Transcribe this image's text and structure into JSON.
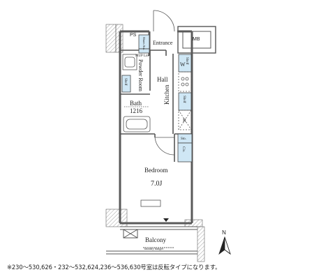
{
  "rooms": {
    "ps": "PS",
    "mb": "MB",
    "entrance": "Entrance",
    "shoes_storage": "Shoes Sto.",
    "mup_lin": "MUP Lin",
    "powder_room": "Powder Room",
    "shelf_powder": "Shelf",
    "hall": "Hall",
    "w": "W",
    "shelf_w": "Shelf",
    "kitchen": "Kitchen",
    "shelf_kitchen": "Shelf",
    "r": "R",
    "bath": "Bath",
    "bath_size": "1216",
    "sto": "Sto.",
    "clo": "Clo.",
    "bedroom": "Bedroom",
    "bedroom_size": "7.0J",
    "balcony": "Balcony",
    "laundry_hanger": "laundry hanger"
  },
  "compass_label": "N",
  "footnote": "※230～530,626・232～532,624,236～536,630号室は反転タイプになります。",
  "colors": {
    "wall": "#5a5a5a",
    "storage": "#cfe7f5",
    "line": "#444444"
  }
}
